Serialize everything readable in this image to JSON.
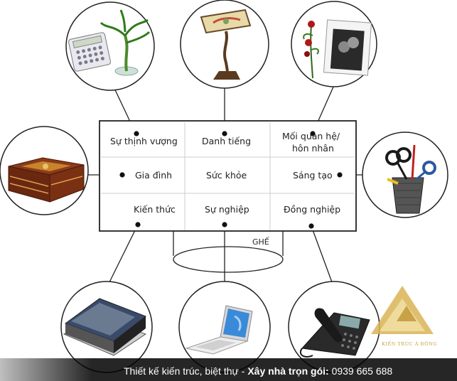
{
  "grid": {
    "rows": [
      [
        "Sự thịnh vượng",
        "Danh tiếng",
        "Mối quan hệ/ hôn nhân"
      ],
      [
        "Gia đình",
        "Sức khỏe",
        "Sáng tạo"
      ],
      [
        "Kiến thức",
        "Sự nghiệp",
        "Đồng nghiệp"
      ]
    ],
    "cells": {
      "wealth": "Sự thịnh vượng",
      "fame": "Danh tiếng",
      "relationship_line1": "Mối quan hệ/",
      "relationship_line2": "hôn nhân",
      "family": "Gia đình",
      "health": "Sức khỏe",
      "creativity": "Sáng tạo",
      "knowledge": "Kiến thức",
      "career": "Sự nghiệp",
      "colleagues": "Đồng nghiệp"
    }
  },
  "chair_label": "GHẾ",
  "icons": [
    "calculator-plant-icon",
    "desk-lamp-icon",
    "photo-frame-rose-icon",
    "wooden-box-icon",
    "pen-holder-icon",
    "books-icon",
    "laptop-icon",
    "desk-phone-icon"
  ],
  "footer": {
    "prefix": "Thiết kế kiến trúc, biệt thự - ",
    "bold": "Xây nhà trọn gói:",
    "phone": " 0939 665 688"
  },
  "logo_text": "KIẾN TRÚC Á ĐÔNG",
  "colors": {
    "line": "#222222",
    "footer_bg": "#1a1a1a",
    "logo_gold": "#c8a246"
  }
}
